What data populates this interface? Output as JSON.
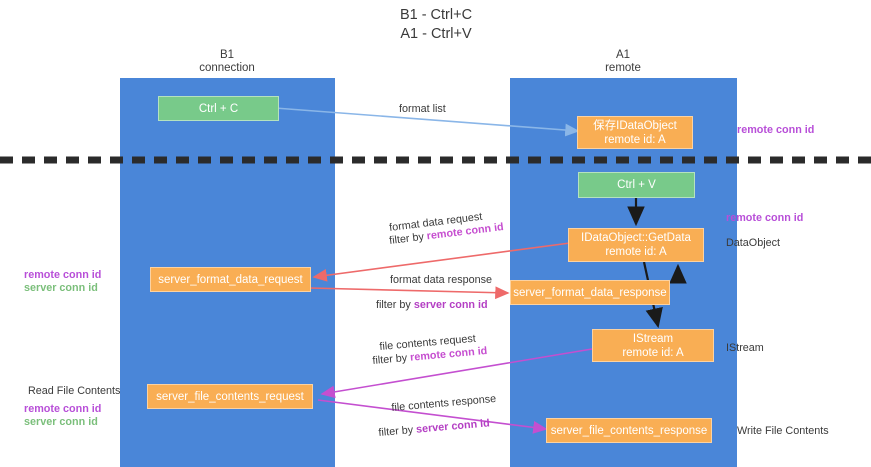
{
  "title": "B1 - Ctrl+C\nA1 - Ctrl+V",
  "lanes": [
    {
      "key": "b1",
      "header": "B1\nconnection",
      "color": "#4a86d8"
    },
    {
      "key": "a1",
      "header": "A1\nremote",
      "color": "#4a86d8"
    }
  ],
  "nodes": {
    "ctrl_c": {
      "line1": "Ctrl + C",
      "line2": "",
      "color": "#78ca8a"
    },
    "save_idataobject": {
      "line1": "保存IDataObject",
      "line2": "remote id: A",
      "color": "#f9ae54"
    },
    "ctrl_v": {
      "line1": "Ctrl + V",
      "line2": "",
      "color": "#78ca8a"
    },
    "getdata": {
      "line1": "IDataObject::GetData",
      "line2": "remote id: A",
      "color": "#f9ae54"
    },
    "fmt_req": {
      "line1": "server_format_data_request",
      "line2": "",
      "color": "#f9ae54"
    },
    "fmt_resp": {
      "line1": "server_format_data_response",
      "line2": "",
      "color": "#f9ae54"
    },
    "istream": {
      "line1": "IStream",
      "line2": "remote id: A",
      "color": "#f9ae54"
    },
    "file_req": {
      "line1": "server_file_contents_request",
      "line2": "",
      "color": "#f9ae54"
    },
    "file_resp": {
      "line1": "server_file_contents_response",
      "line2": "",
      "color": "#f9ae54"
    }
  },
  "edges": {
    "format_list": {
      "text": "format list"
    },
    "fmt_req_l1": {
      "text": "format data request"
    },
    "fmt_req_l2_prefix": {
      "text": "filter by "
    },
    "fmt_req_l2_key": {
      "text": "remote conn id"
    },
    "fmt_resp_l1": {
      "text": "format data response"
    },
    "fmt_resp_l2_prefix": {
      "text": "filter by "
    },
    "fmt_resp_l2_key": {
      "text": "server conn id"
    },
    "file_req_l1": {
      "text": "file contents request"
    },
    "file_req_l2_prefix": {
      "text": "filter by "
    },
    "file_req_l2_key": {
      "text": "remote conn id"
    },
    "file_resp_l1": {
      "text": "file contents response"
    },
    "file_resp_l2_prefix": {
      "text": "filter by "
    },
    "file_resp_l2_key": {
      "text": "server conn id"
    }
  },
  "annotations": {
    "right_remote_top": {
      "text": "remote conn id"
    },
    "right_remote_mid": {
      "text": "remote conn id"
    },
    "right_dataobject": {
      "text": "DataObject"
    },
    "right_istream": {
      "text": "IStream"
    },
    "right_write_file": {
      "text": "Write File Contents"
    },
    "left_remote_1": {
      "text": "remote conn id"
    },
    "left_server_1": {
      "text": "server conn id"
    },
    "left_read_file": {
      "text": "Read File Contents"
    },
    "left_remote_2": {
      "text": "remote conn id"
    },
    "left_server_2": {
      "text": "server conn id"
    }
  },
  "colors": {
    "lane": "#4a86d8",
    "green": "#78ca8a",
    "orange": "#f9ae54",
    "remote_key": "#b84fd8",
    "server_key": "#7bbf7b",
    "arrow_blue": "#8ab6e8",
    "arrow_red": "#ee6a6a",
    "arrow_magenta": "#c44fd0",
    "divider": "#2b2b2b"
  }
}
